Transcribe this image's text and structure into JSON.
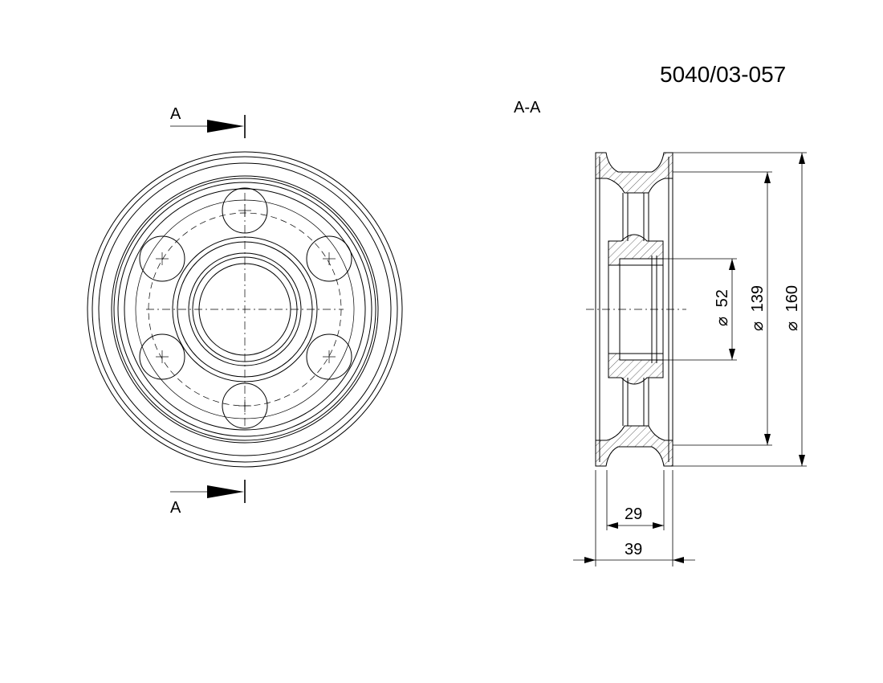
{
  "drawing": {
    "part_number": "5040/03-057",
    "section_title": "A-A",
    "section_marker_top": "A",
    "section_marker_bottom": "A"
  },
  "dimensions": {
    "bore_diameter": "52",
    "groove_diameter": "139",
    "outer_diameter": "160",
    "inner_width": "29",
    "total_width": "39",
    "diameter_symbol": "⌀"
  }
}
